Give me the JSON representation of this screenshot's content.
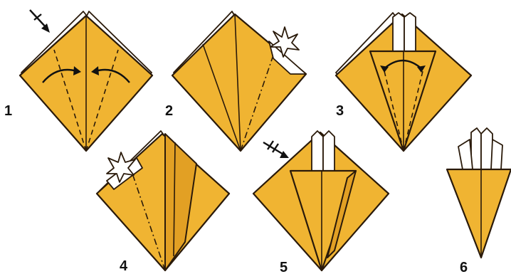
{
  "steps": [
    {
      "number": "1"
    },
    {
      "number": "2"
    },
    {
      "number": "3"
    },
    {
      "number": "4"
    },
    {
      "number": "5"
    },
    {
      "number": "6"
    }
  ],
  "colors": {
    "paper": "#f0b432",
    "outline": "#2a1a0a",
    "background": "#ffffff"
  },
  "icons": [
    "push-arrow-icon",
    "curved-fold-arrow-icon",
    "squash-star-icon",
    "double-tick-arrow-icon"
  ]
}
